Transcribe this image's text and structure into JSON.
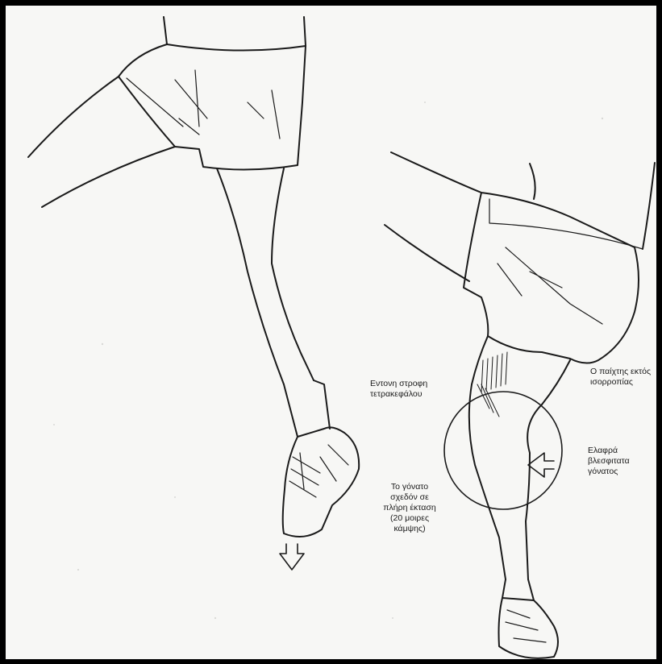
{
  "annotations": {
    "tibial_rotation": "Εντονη στροφη\nτετρακεφάλου",
    "knee_extension": "Το γόνατο\nσχεδόν σε\nπλήρη έκταση\n(20 μοιρες\nκάμψης)",
    "player_off_balance": "Ο παίχτης εκτός\nισορροπίας",
    "slight_knee_flexion": "Ελαφρά\nβλεσφιτατα\nγόνατος"
  },
  "colors": {
    "line": "#1a1a1a",
    "paper": "#f7f7f5",
    "frame": "#000000"
  }
}
